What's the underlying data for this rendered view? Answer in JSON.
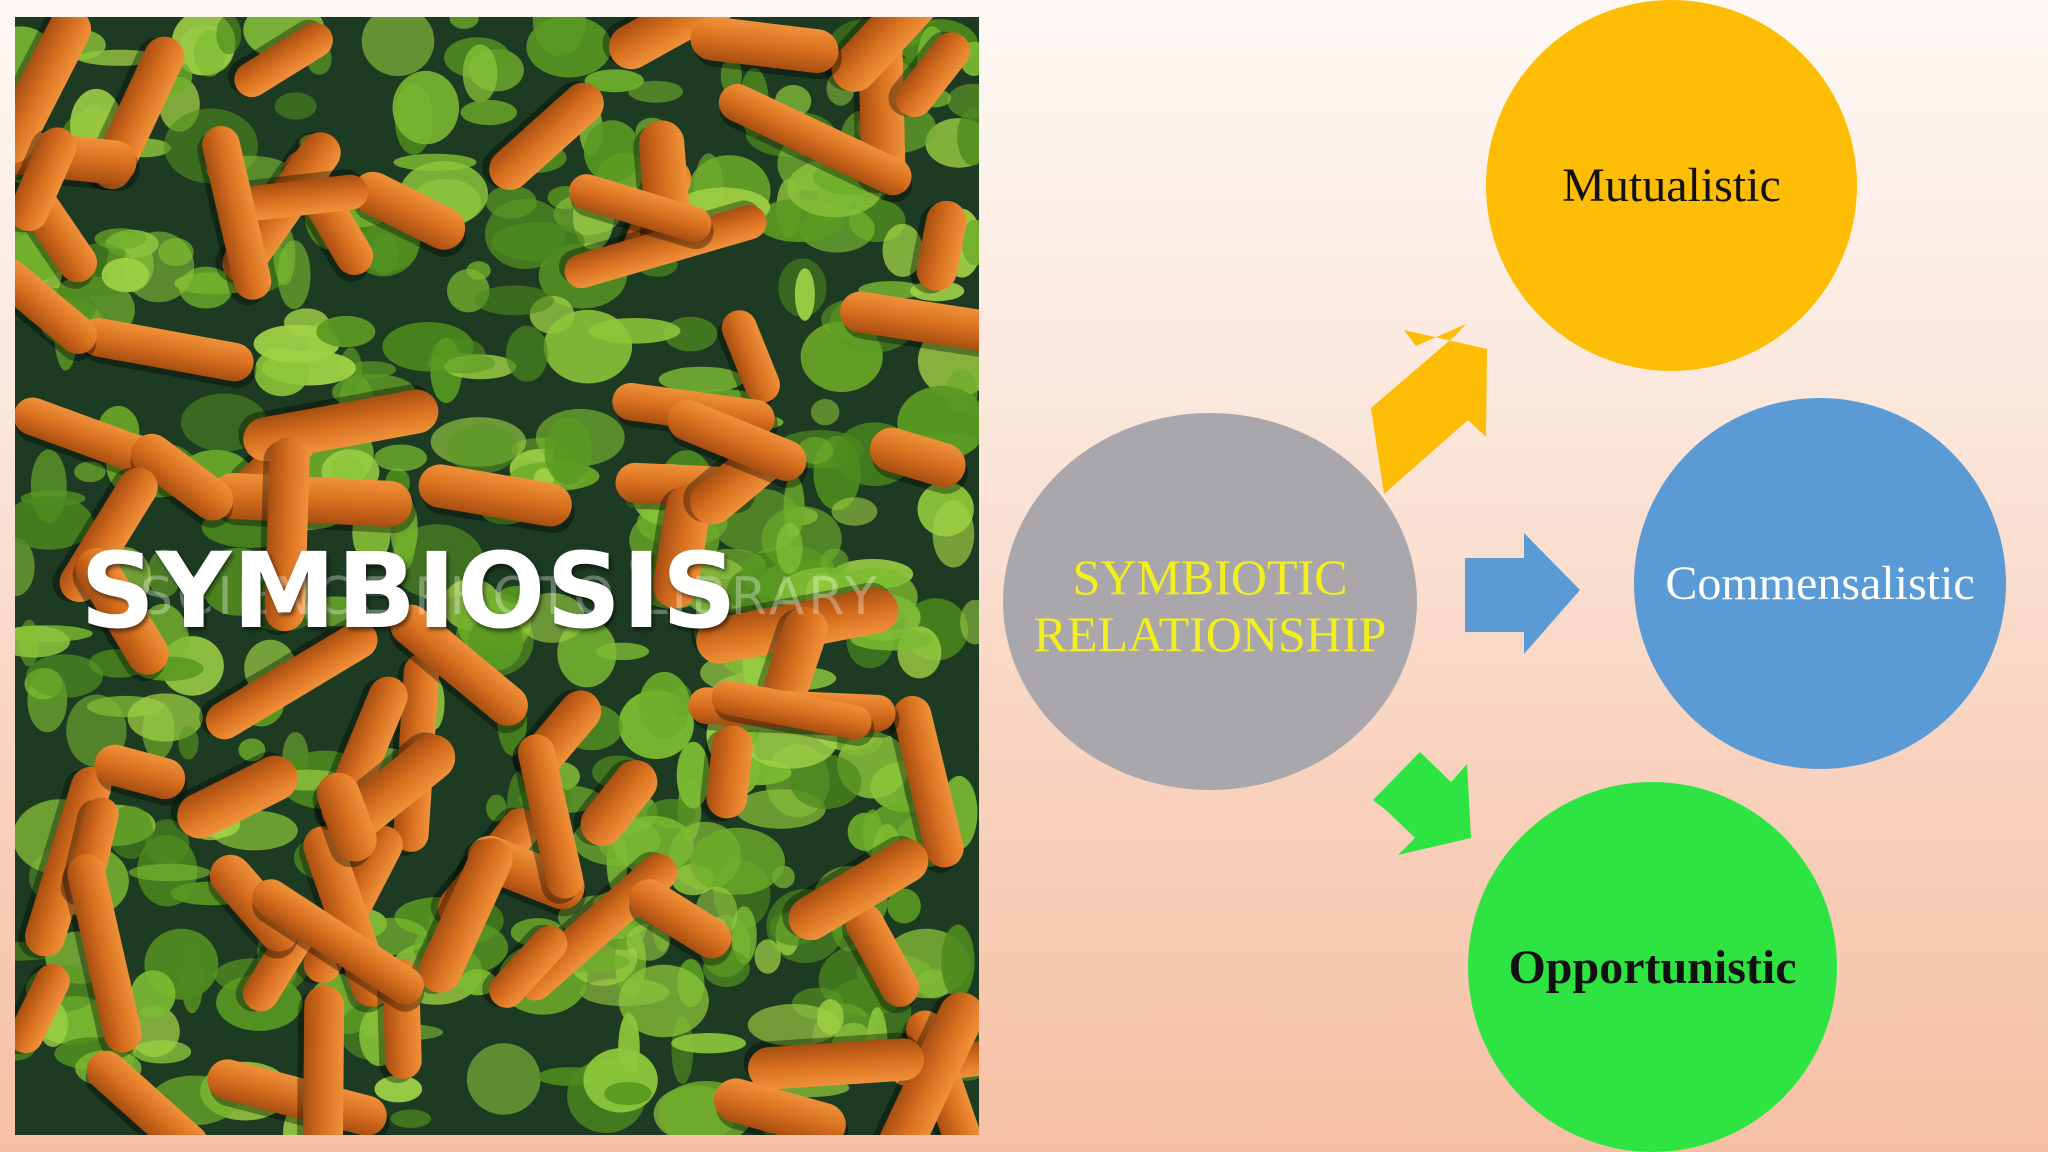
{
  "photo": {
    "title": "SYMBIOSIS",
    "watermark": "SCIENCE PHOTO LIBRARY"
  },
  "diagram": {
    "center": {
      "label": "SYMBIOTIC\nRELATIONSHIP",
      "color": "#a9a7ac",
      "text_color": "#f3ef1e"
    },
    "nodes": [
      {
        "id": "mutualistic",
        "label": "Mutualistic",
        "color": "#fdbd04"
      },
      {
        "id": "commensalistic",
        "label": "Commensalistic",
        "color": "#5b9bd5"
      },
      {
        "id": "opportunistic",
        "label": "Opportunistic",
        "color": "#2ee443"
      }
    ],
    "arrows": [
      {
        "to": "mutualistic",
        "direction": "up-right",
        "color": "#fdbd04"
      },
      {
        "to": "commensalistic",
        "direction": "right",
        "color": "#5b9bd5"
      },
      {
        "to": "opportunistic",
        "direction": "down-right",
        "color": "#2ee443"
      }
    ]
  }
}
